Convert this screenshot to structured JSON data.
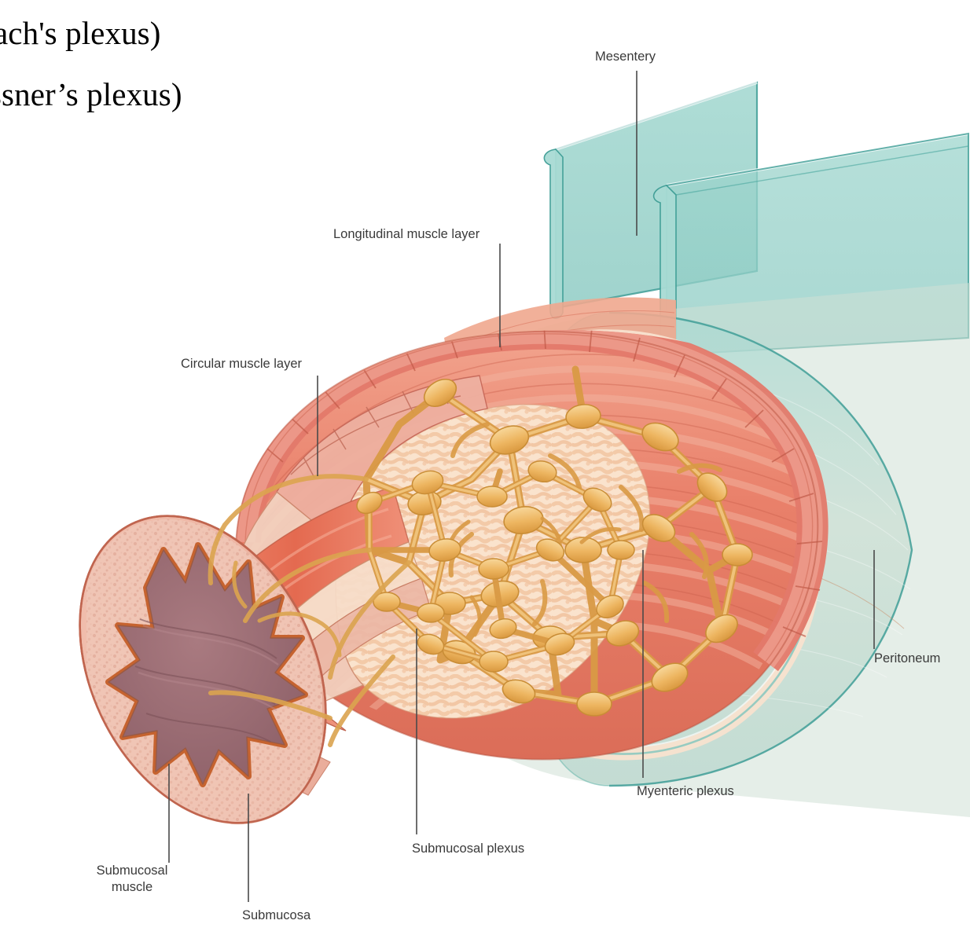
{
  "figure": {
    "kind": "anatomical-illustration",
    "subject": "Cross-section of intestinal wall showing enteric nervous system plexuses",
    "background_color": "#ffffff"
  },
  "title_lines": [
    {
      "text": "ach's plexus)",
      "note": "left-truncated line (…Auerbach's plexus)"
    },
    {
      "text": "ssner’s plexus)",
      "note": "left-truncated line (…Meissner’s plexus)"
    }
  ],
  "labels": [
    {
      "id": "mesentery",
      "text": "Mesentery"
    },
    {
      "id": "longitudinal-muscle-layer",
      "text": "Longitudinal muscle layer"
    },
    {
      "id": "circular-muscle-layer",
      "text": "Circular muscle layer"
    },
    {
      "id": "peritoneum",
      "text": "Peritoneum"
    },
    {
      "id": "myenteric-plexus",
      "text": "Myenteric plexus"
    },
    {
      "id": "submucosal-plexus",
      "text": "Submucosal plexus"
    },
    {
      "id": "submucosal-muscle-1",
      "text": "Submucosal"
    },
    {
      "id": "submucosal-muscle-2",
      "text": "muscle"
    },
    {
      "id": "submucosa",
      "text": "Submucosa"
    }
  ],
  "colors": {
    "label_text": "#3a3a3a",
    "leader_line": "#4a4a4a",
    "serosa_teal": "#8fcfc8",
    "serosa_teal_edge": "#3f9e96",
    "peritoneum_wash": "#c6d8cf",
    "longitudinal_muscle": "#e9887a",
    "circular_muscle": "#e9a08f",
    "submucosa_stipple": "#edbcae",
    "mucosa_lumen": "#9a6a70",
    "lumen_outline": "#c6632f",
    "plexus_gold": "#e3a84e",
    "plexus_gold_light": "#f5c97f",
    "inner_muscle_red": "#e6705a",
    "pale_cream": "#f6ddc6"
  }
}
